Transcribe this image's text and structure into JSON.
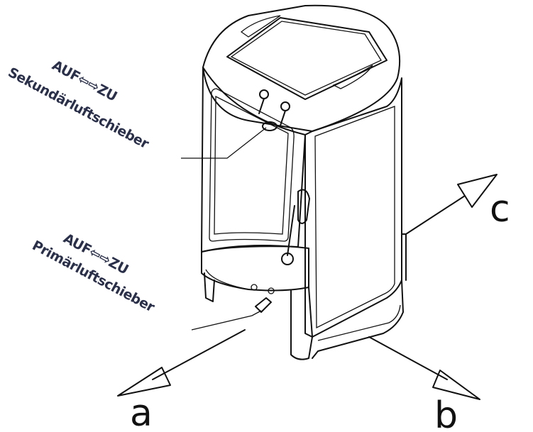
{
  "labels": {
    "secondary_direction": "AUF⇦⇨ZU",
    "secondary_name": "Sekundärluftschieber",
    "primary_direction": "AUF⇦⇨ZU",
    "primary_name": "Primärluftschieber",
    "axis_a": "a",
    "axis_b": "b",
    "axis_c": "c"
  }
}
